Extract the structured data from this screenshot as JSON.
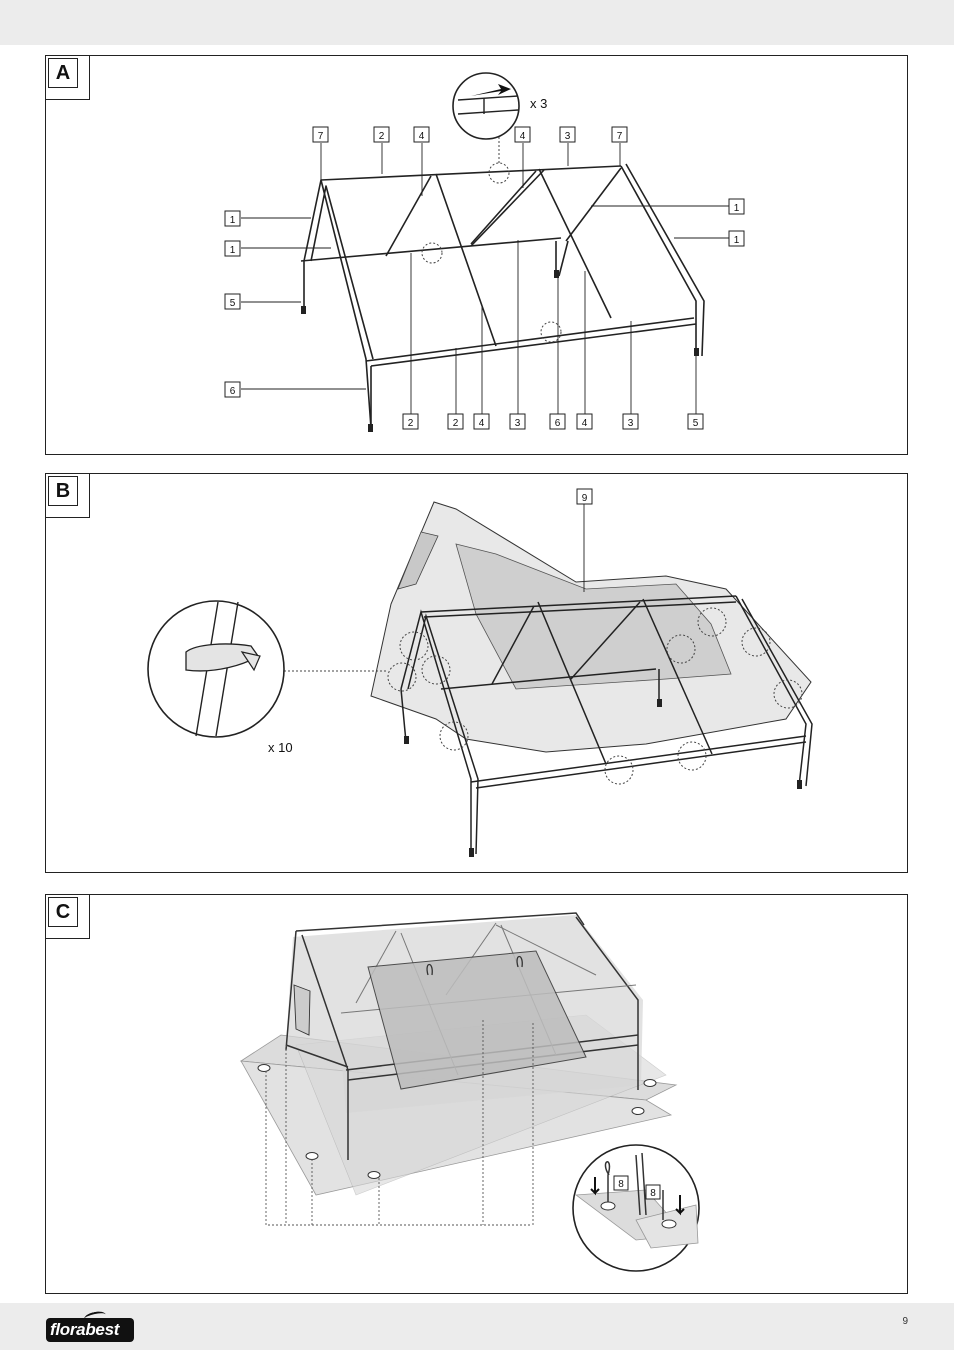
{
  "panels": {
    "a": {
      "label": "A",
      "multiplier": "x 3",
      "callouts_top": [
        "7",
        "2",
        "4",
        "4",
        "3",
        "7"
      ],
      "callouts_left": [
        "1",
        "1",
        "5",
        "6"
      ],
      "callouts_right": [
        "1",
        "1"
      ],
      "callouts_bottom": [
        "2",
        "2",
        "4",
        "3",
        "6",
        "4",
        "3",
        "5"
      ]
    },
    "b": {
      "label": "B",
      "multiplier": "x 10",
      "callout": "9"
    },
    "c": {
      "label": "C",
      "callouts": [
        "8",
        "8"
      ]
    }
  },
  "footer": {
    "brand": "florabest",
    "page_number": "9"
  },
  "colors": {
    "line": "#222222",
    "cover_fill": "#e6e6e6",
    "window_fill": "#cfcfcf",
    "footer_bg": "#ececec"
  }
}
